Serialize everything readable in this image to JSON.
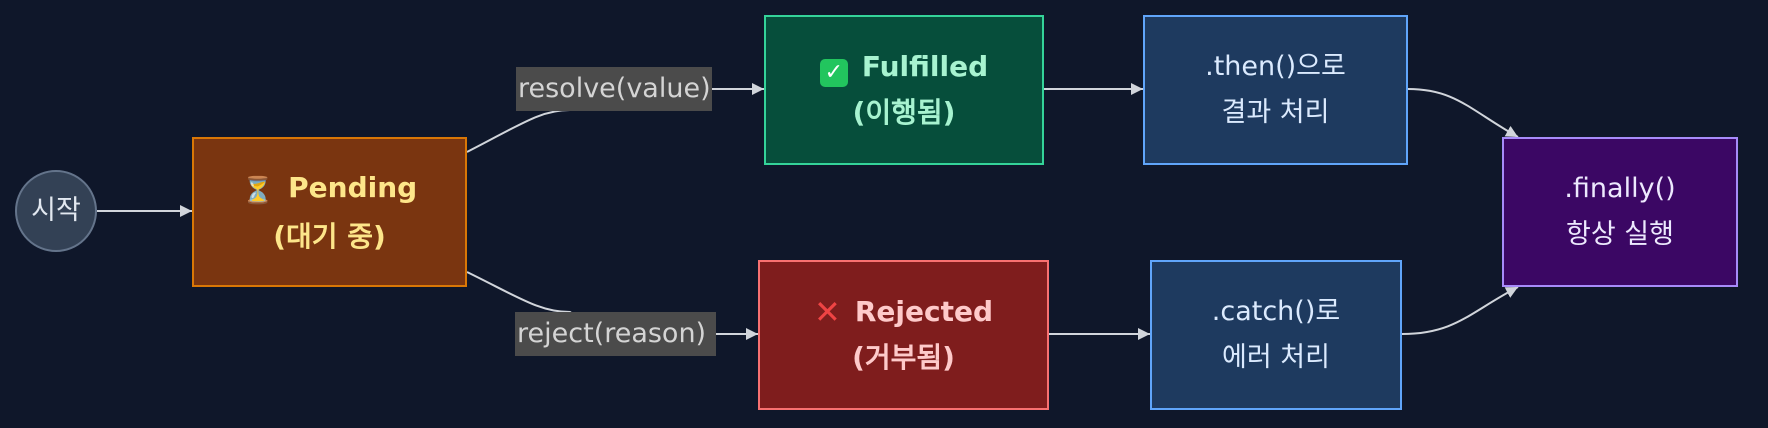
{
  "diagram": {
    "start": {
      "label": "시작"
    },
    "pending": {
      "icon": "hourglass-icon",
      "line1": "Pending",
      "line2": "(대기 중)",
      "accent": "#d97706"
    },
    "fulfilled": {
      "icon": "check-mark-icon",
      "line1": "Fulfilled",
      "line2": "(이행됨)",
      "accent": "#34d399"
    },
    "rejected": {
      "icon": "cross-mark-icon",
      "line1": "Rejected",
      "line2": "(거부됨)",
      "accent": "#f87171"
    },
    "then": {
      "line1": ".then()으로",
      "line2": "결과 처리"
    },
    "catch": {
      "line1": ".catch()로",
      "line2": "에러 처리"
    },
    "finally": {
      "line1": ".finally()",
      "line2": "항상 실행"
    },
    "edges": {
      "resolve_label": "resolve(value)",
      "reject_label": "reject(reason)"
    }
  }
}
